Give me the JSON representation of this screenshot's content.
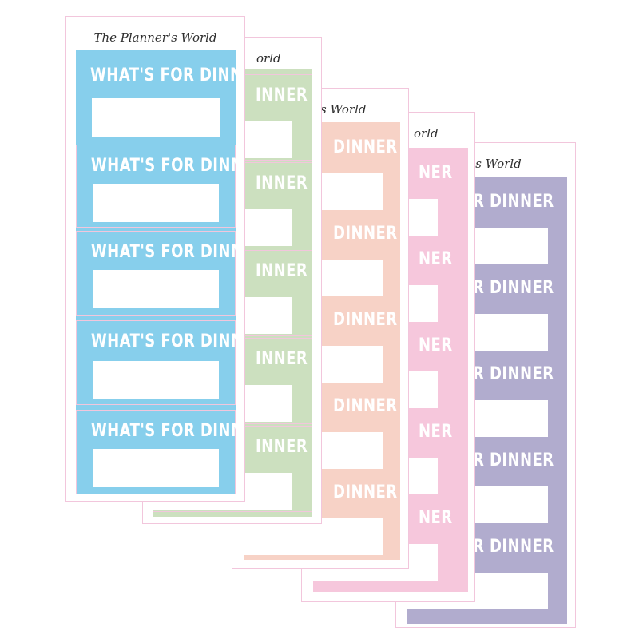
{
  "brand_text": "The Planner's World",
  "label_text": "WHAT'S FOR DINNER",
  "partial_label": "R DINNER",
  "sheets": [
    {
      "color": "#87cfec",
      "brand": "The Planner's World",
      "block_labels": [
        "WHAT'S FOR DINNER",
        "WHAT'S FOR DINNER",
        "WHAT'S FOR DINNER",
        "WHAT'S FOR DINNER",
        "WHAT'S FOR DINNER"
      ]
    },
    {
      "color": "#cce0bf",
      "brand_visible": "orld",
      "block_labels": [
        "INNER",
        "INNER",
        "INNER",
        "INNER",
        "INNER"
      ]
    },
    {
      "color": "#f7d2c6",
      "brand_visible": "s World",
      "block_labels": [
        "DINNER",
        "DINNER",
        "DINNER",
        "DINNER",
        "DINNER"
      ]
    },
    {
      "color": "#f6c7dc",
      "brand_visible": "orld",
      "block_labels": [
        "NER",
        "NER",
        "NER",
        "NER",
        "NER"
      ]
    },
    {
      "color": "#b1acce",
      "brand_visible": "r's World",
      "block_labels": [
        "R DINNER",
        "R DINNER",
        "R DINNER",
        "R DINNER",
        "R DINNER"
      ]
    }
  ],
  "colors": {
    "blue": "#87cfec",
    "green": "#cce0bf",
    "peach": "#f7d2c6",
    "pink": "#f6c7dc",
    "purple": "#b1acce",
    "border": "#f2c6dc"
  }
}
